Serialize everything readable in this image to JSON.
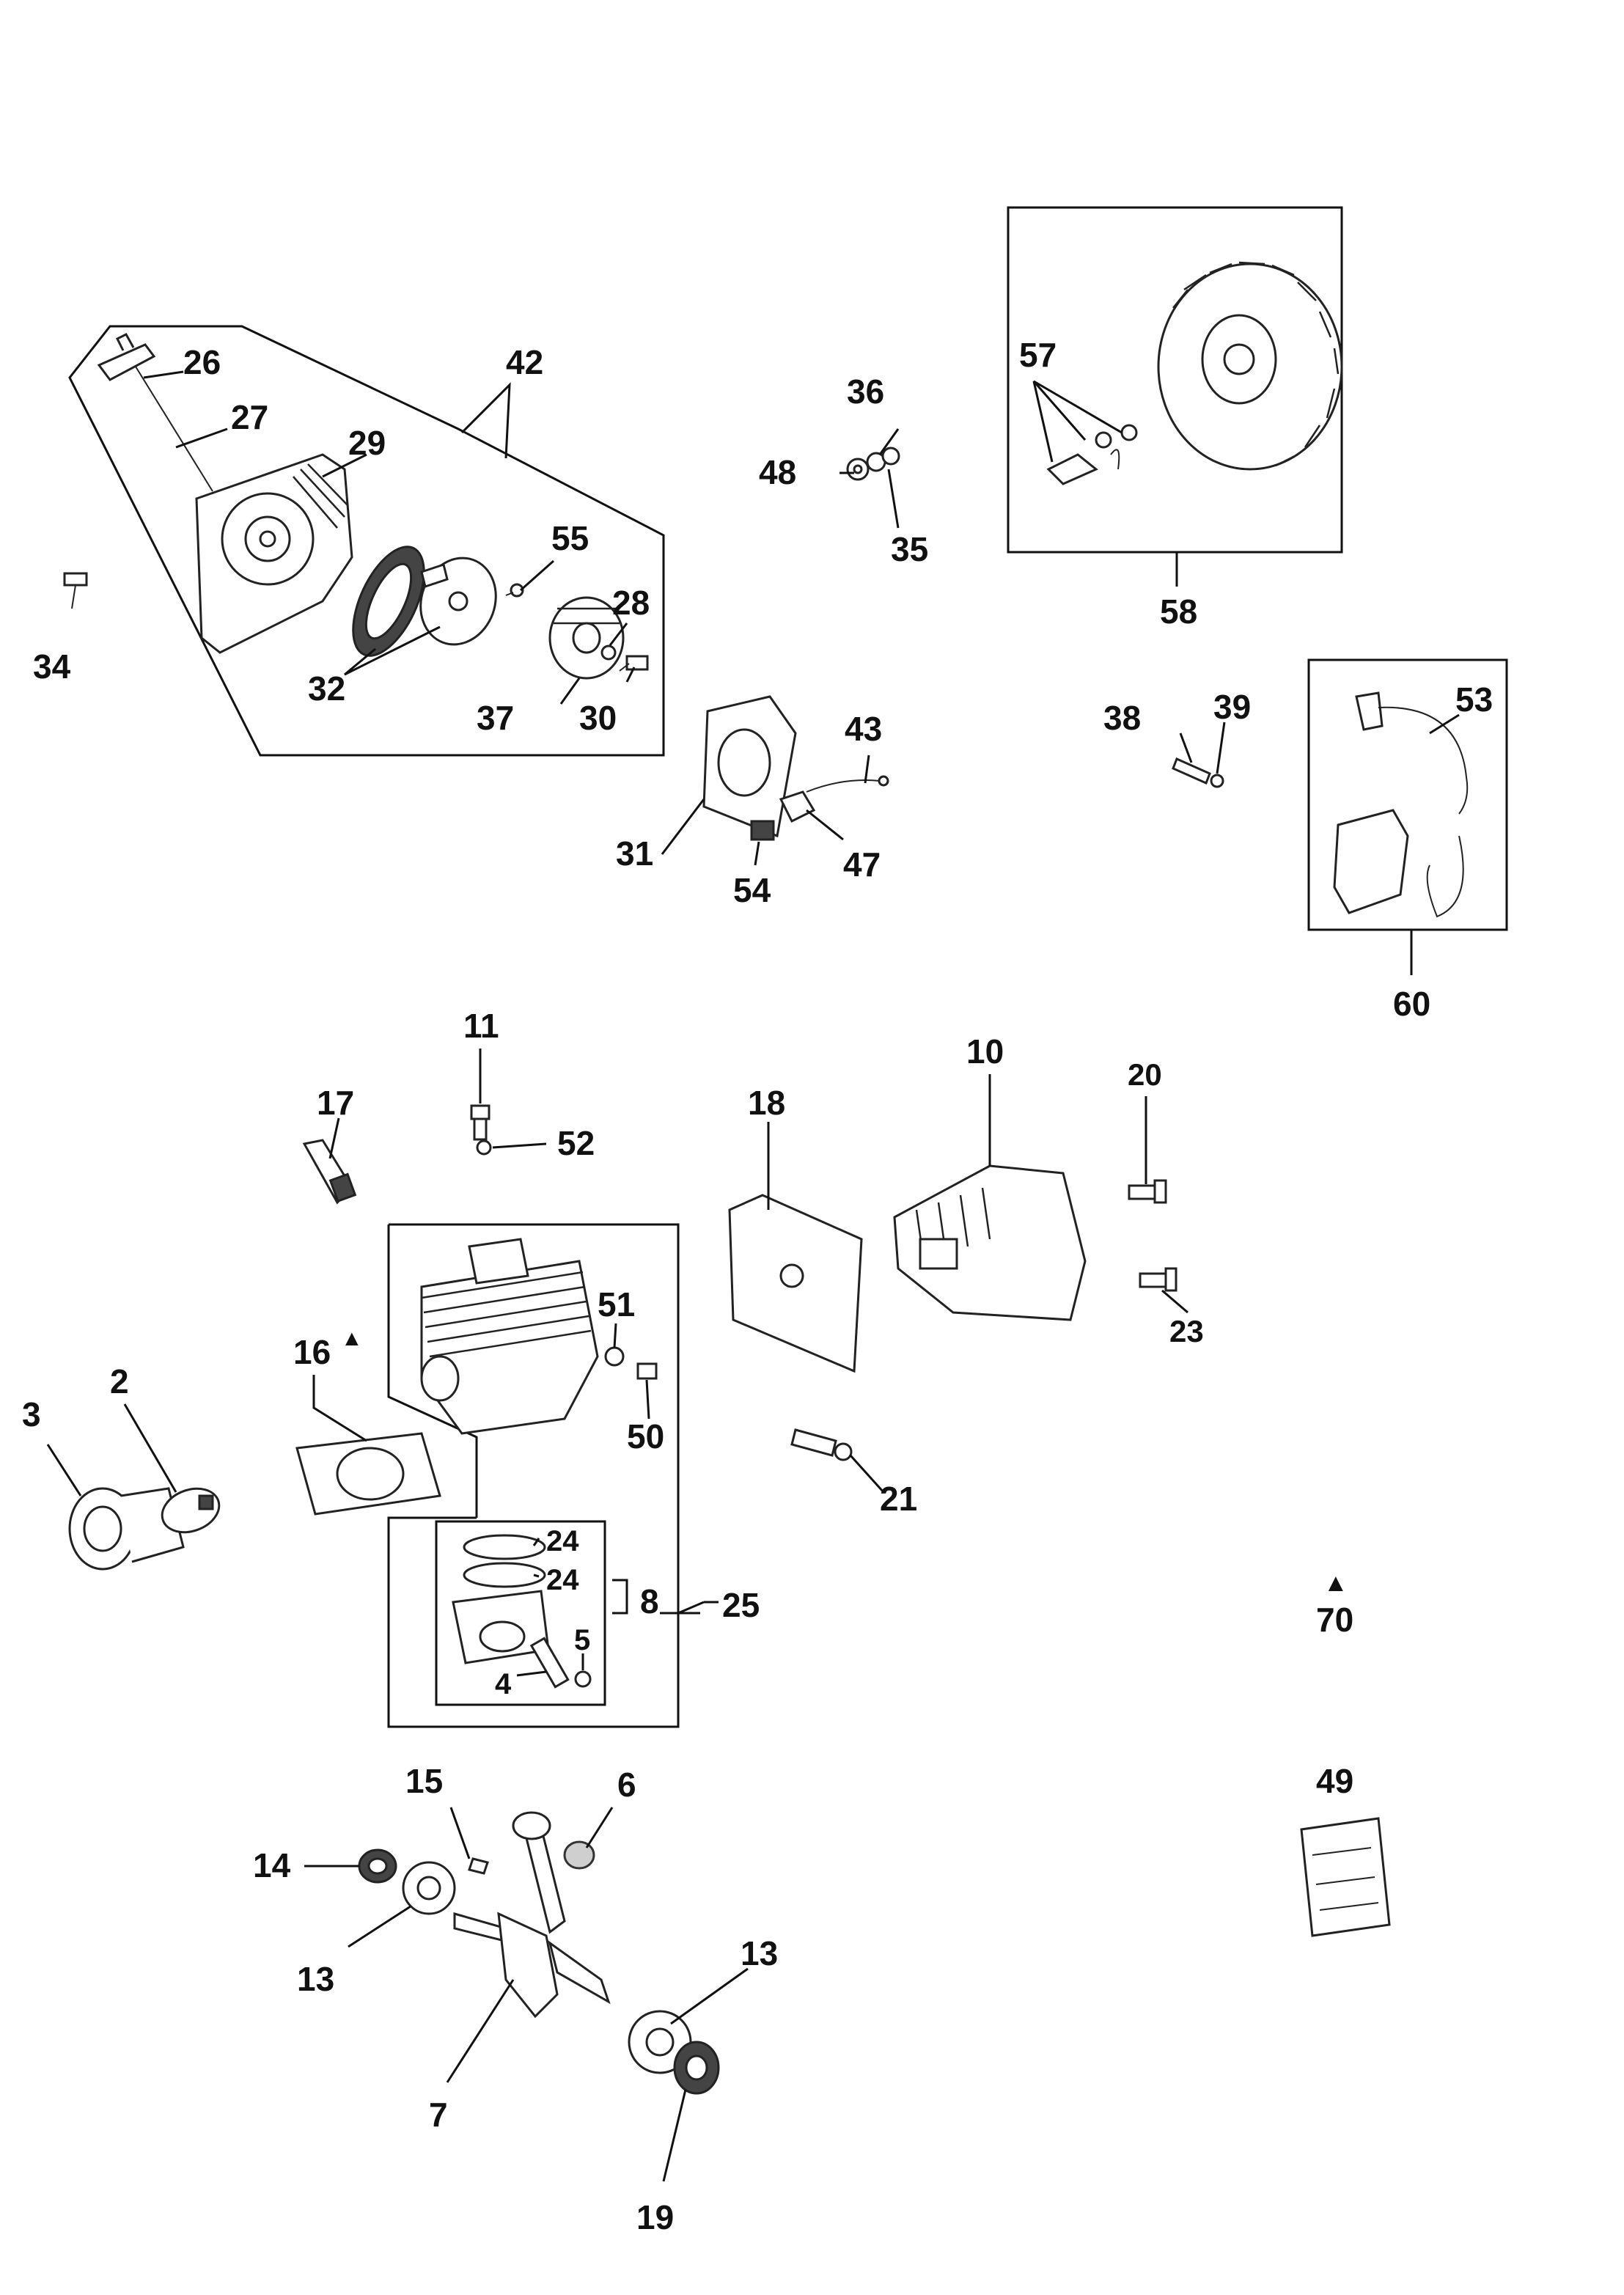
{
  "diagram": {
    "part_numbers": [
      "26",
      "27",
      "42",
      "29",
      "55",
      "28",
      "34",
      "32",
      "37",
      "30",
      "36",
      "48",
      "35",
      "57",
      "58",
      "31",
      "43",
      "47",
      "54",
      "38",
      "39",
      "53",
      "60",
      "11",
      "52",
      "17",
      "18",
      "10",
      "20",
      "23",
      "51",
      "16",
      "50",
      "3",
      "2",
      "21",
      "24",
      "8",
      "25",
      "5",
      "4",
      "70",
      "15",
      "6",
      "49",
      "14",
      "13",
      "7",
      "19"
    ],
    "symbols": {
      "triangle": "▲"
    }
  }
}
